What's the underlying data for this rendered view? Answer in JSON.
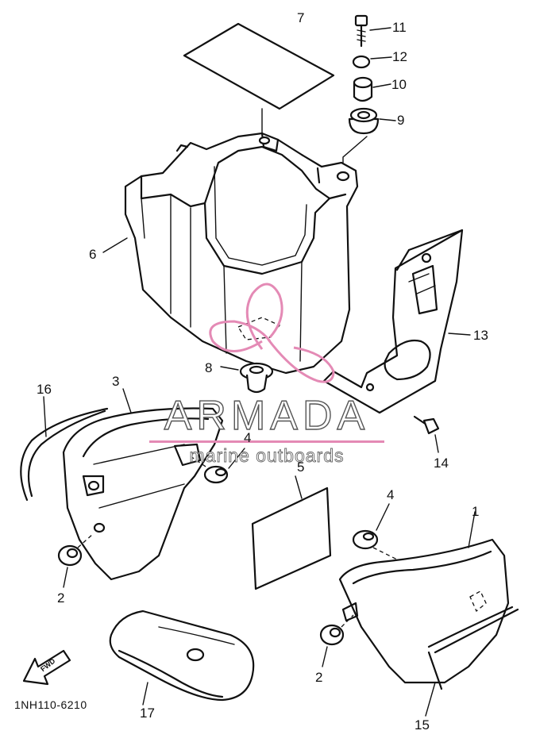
{
  "diagram": {
    "code": "1NH110-6210",
    "fwd_label": "FWD",
    "watermark": {
      "brand": "ARMADA",
      "sub": "marine outboards"
    },
    "callouts": {
      "c1": "1",
      "c2a": "2",
      "c2b": "2",
      "c3": "3",
      "c4a": "4",
      "c4b": "4",
      "c5": "5",
      "c6": "6",
      "c7": "7",
      "c8": "8",
      "c9": "9",
      "c10": "10",
      "c11": "11",
      "c12": "12",
      "c13": "13",
      "c14": "14",
      "c15": "15",
      "c16": "16",
      "c17": "17"
    },
    "colors": {
      "ink": "#111111",
      "watermark_pink": "#e48ab5"
    }
  }
}
